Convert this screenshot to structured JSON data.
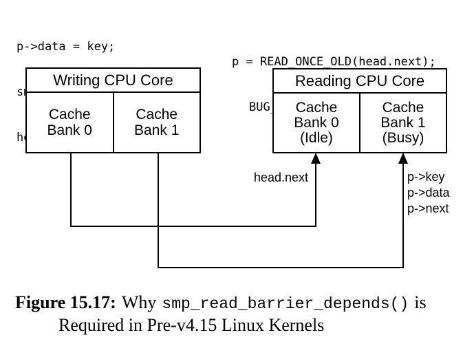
{
  "writer_code": {
    "lines": [
      "p->data = key;",
      "smp_wmb();",
      "head.next = p;"
    ]
  },
  "reader_code": {
    "lines": [
      "p = READ_ONCE_OLD(head.next);",
      "BUG_ON(p && p->key != key);"
    ]
  },
  "writer_box": {
    "title": "Writing CPU Core",
    "banks": [
      {
        "lines": [
          "Cache",
          "Bank 0"
        ]
      },
      {
        "lines": [
          "Cache",
          "Bank 1"
        ]
      }
    ]
  },
  "reader_box": {
    "title": "Reading CPU Core",
    "banks": [
      {
        "lines": [
          "Cache",
          "Bank 0",
          "(Idle)"
        ]
      },
      {
        "lines": [
          "Cache",
          "Bank 1",
          "(Busy)"
        ]
      }
    ]
  },
  "arrow_labels": {
    "head_next": "head.next",
    "p_fields": [
      "p->key",
      "p->data",
      "p->next"
    ]
  },
  "caption": {
    "figure_label": "Figure 15.17:",
    "pre_code": "Why",
    "code": "smp_read_barrier_depends()",
    "post_code": "is",
    "line2": "Required in Pre-v4.15 Linux Kernels"
  },
  "colors": {
    "ink": "#000000",
    "background": "#ffffff"
  }
}
